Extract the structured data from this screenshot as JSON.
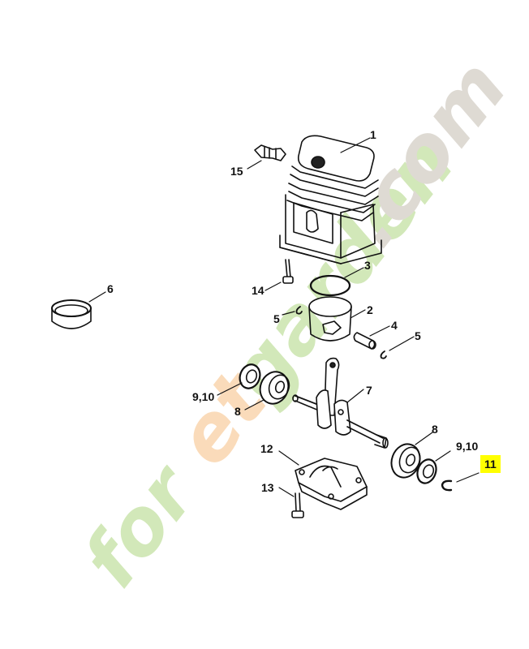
{
  "diagram": {
    "title": "",
    "highlighted_part": "11",
    "highlight_color": "#ffff00",
    "line_color": "#111111"
  },
  "watermark": {
    "text": "foretgarden.com",
    "segments": [
      {
        "text": "for",
        "color": "#b5d98a"
      },
      {
        "text": "et",
        "color": "#f7c48c"
      },
      {
        "text": "garden",
        "color": "#b5d98a"
      },
      {
        "text": ".com",
        "color": "#c9c2b6"
      }
    ]
  },
  "parts": [
    {
      "id": "1",
      "name": "cylinder"
    },
    {
      "id": "2",
      "name": "piston"
    },
    {
      "id": "3",
      "name": "piston-ring"
    },
    {
      "id": "4",
      "name": "piston-pin"
    },
    {
      "id": "5",
      "name": "circlip"
    },
    {
      "id": "6",
      "name": "ring"
    },
    {
      "id": "7",
      "name": "crankshaft"
    },
    {
      "id": "8",
      "name": "ball-bearing"
    },
    {
      "id": "9,10",
      "name": "oil-seal"
    },
    {
      "id": "11",
      "name": "circlip"
    },
    {
      "id": "12",
      "name": "crankcase"
    },
    {
      "id": "13",
      "name": "screw"
    },
    {
      "id": "14",
      "name": "screw"
    },
    {
      "id": "15",
      "name": "spark-plug"
    }
  ],
  "labels": {
    "l1": "1",
    "l2": "2",
    "l3": "3",
    "l4": "4",
    "l5a": "5",
    "l5b": "5",
    "l6": "6",
    "l7": "7",
    "l8a": "8",
    "l8b": "8",
    "l910a": "9,10",
    "l910b": "9,10",
    "l11": "11",
    "l12": "12",
    "l13": "13",
    "l14": "14",
    "l15": "15"
  }
}
